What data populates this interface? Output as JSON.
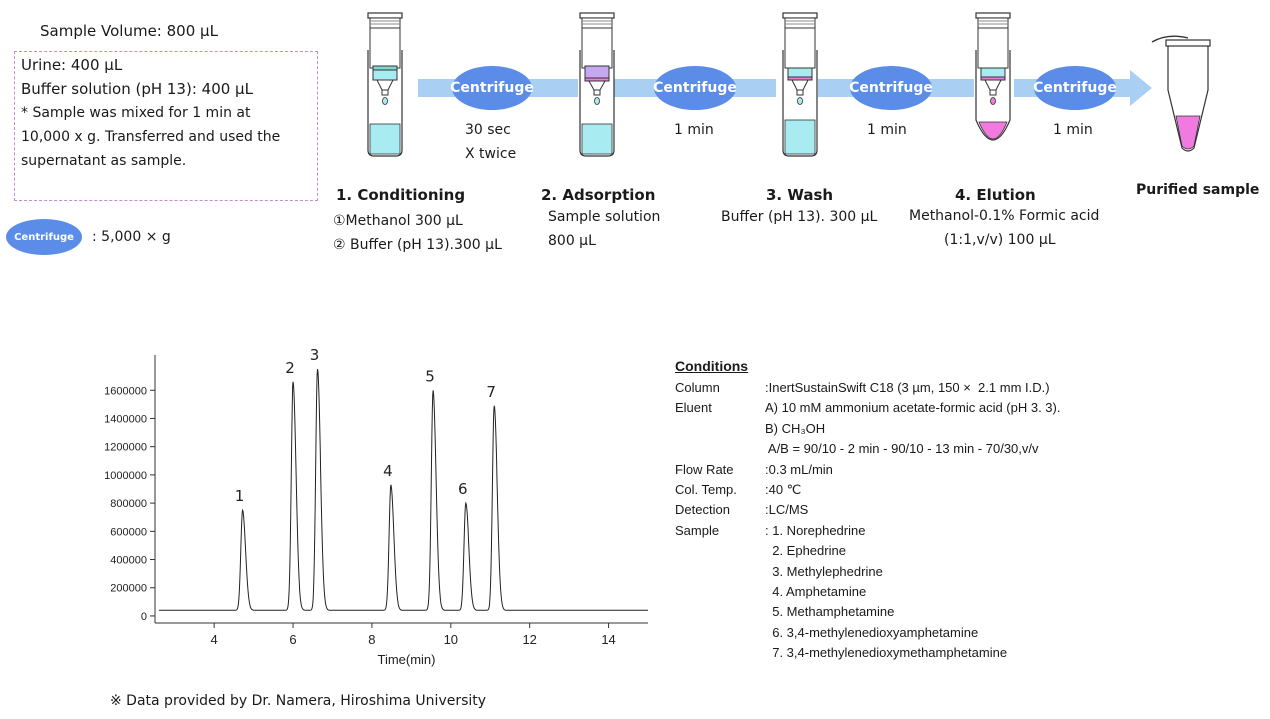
{
  "sample_info": {
    "volume": "Sample Volume: 800 µL",
    "urine": "Urine: 400 µL",
    "buffer": "Buffer solution (pH 13): 400 µL",
    "note_line1": "* Sample was mixed for 1 min at",
    "note_line2": "10,000 x g. Transferred and used the",
    "note_line3": "supernatant as sample."
  },
  "legend": {
    "oval_label": "Centrifuge",
    "text": ": 5,000 × g"
  },
  "steps": [
    {
      "title": "1. Conditioning",
      "line1": "①Methanol 300 µL",
      "line2": "② Buffer (pH 13).300 µL"
    },
    {
      "title": "2. Adsorption",
      "line1": "Sample solution",
      "line2": "800 µL"
    },
    {
      "title": "3. Wash",
      "line1": "Buffer (pH 13). 300 µL",
      "line2": ""
    },
    {
      "title": "4. Elution",
      "line1": "Methanol-0.1% Formic acid",
      "line2": "(1:1,v/v) 100 µL"
    }
  ],
  "final_label": "Purified sample",
  "centrifuge_arrows": [
    {
      "label": "Centrifuge",
      "time1": "30 sec",
      "time2": "X twice"
    },
    {
      "label": "Centrifuge",
      "time1": "1 min",
      "time2": ""
    },
    {
      "label": "Centrifuge",
      "time1": "1 min",
      "time2": ""
    },
    {
      "label": "Centrifuge",
      "time1": "1 min",
      "time2": ""
    }
  ],
  "colors": {
    "oval": "#5b8de8",
    "arrow": "#a9cff2",
    "liquid_blue": "#a8ecf2",
    "liquid_purple": "#c4a8f0",
    "liquid_pink": "#f07ae0",
    "box_border": "#c58ad6"
  },
  "conditions": {
    "heading": "Conditions",
    "rows": [
      {
        "label": "Column",
        "value": ":InertSustainSwift C18 (3 µm, 150 ×  2.1 mm I.D.)"
      },
      {
        "label": "Eluent",
        "value": "A) 10 mM ammonium acetate-formic acid (pH 3. 3)."
      },
      {
        "label": "",
        "value": "B) CH₃OH"
      },
      {
        "label": "",
        "value": " A/B = 90/10 - 2 min - 90/10 - 13 min - 70/30,v/v"
      },
      {
        "label": "Flow Rate",
        "value": ":0.3 mL/min"
      },
      {
        "label": "Col. Temp.",
        "value": ":40 ℃"
      },
      {
        "label": "Detection",
        "value": ":LC/MS"
      },
      {
        "label": "Sample",
        "value": ": 1. Norephedrine"
      },
      {
        "label": "",
        "value": "  2. Ephedrine"
      },
      {
        "label": "",
        "value": "  3. Methylephedrine"
      },
      {
        "label": "",
        "value": "  4. Amphetamine"
      },
      {
        "label": "",
        "value": "  5. Methamphetamine"
      },
      {
        "label": "",
        "value": "  6. 3,4-methylenedioxyamphetamine"
      },
      {
        "label": "",
        "value": "  7. 3,4-methylenedioxymethamphetamine"
      }
    ]
  },
  "footnote": "※ Data provided by Dr. Namera, Hiroshima University",
  "chart_data": {
    "type": "line",
    "title": "",
    "xlabel": "Time(min)",
    "ylabel": "",
    "xlim": [
      2.5,
      15
    ],
    "ylim": [
      -50000,
      1850000
    ],
    "x_ticks": [
      4,
      6,
      8,
      10,
      12,
      14
    ],
    "y_ticks": [
      0,
      200000,
      400000,
      600000,
      800000,
      1000000,
      1200000,
      1400000,
      1600000
    ],
    "y_tick_labels": [
      "0",
      "200000",
      "400000",
      "600000",
      "800000",
      "1000000",
      "1200000",
      "1400000",
      "1600000"
    ],
    "baseline": 40000,
    "peaks": [
      {
        "label": "1",
        "time": 4.72,
        "height": 750000
      },
      {
        "label": "2",
        "time": 6.0,
        "height": 1660000
      },
      {
        "label": "3",
        "time": 6.62,
        "height": 1750000
      },
      {
        "label": "4",
        "time": 8.48,
        "height": 930000
      },
      {
        "label": "5",
        "time": 9.55,
        "height": 1600000
      },
      {
        "label": "6",
        "time": 10.38,
        "height": 800000
      },
      {
        "label": "7",
        "time": 11.1,
        "height": 1490000
      }
    ],
    "grid": false,
    "legend": "none"
  }
}
